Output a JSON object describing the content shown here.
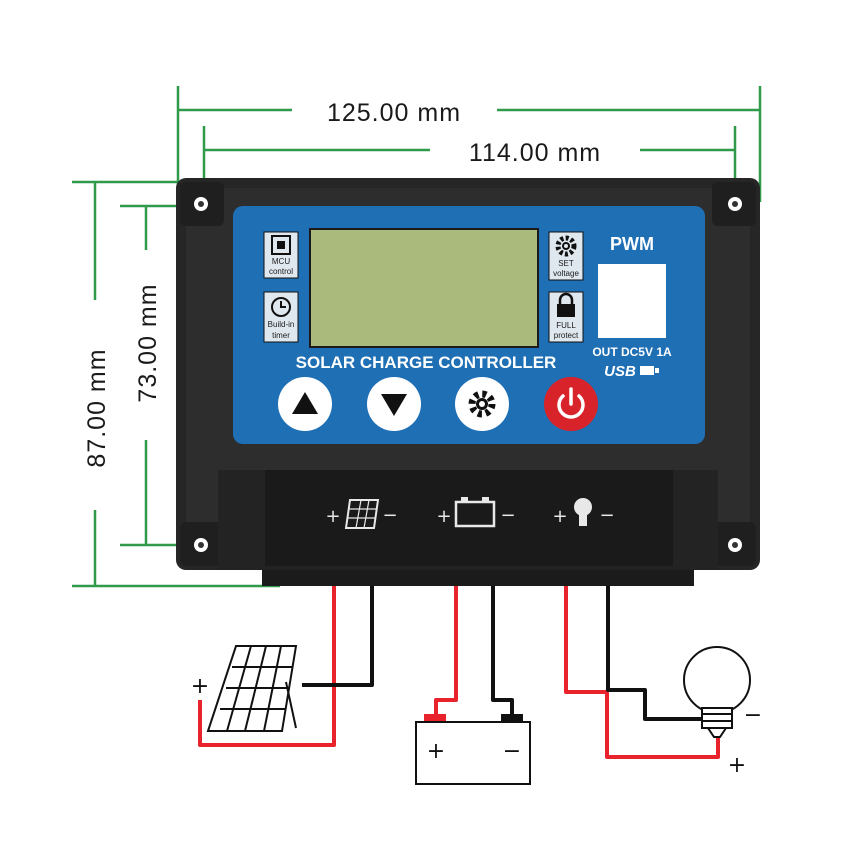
{
  "dimensions": {
    "outer_width": "125.00 mm",
    "inner_width": "114.00 mm",
    "outer_height": "87.00 mm",
    "inner_height": "73.00 mm"
  },
  "panel": {
    "title": "SOLAR CHARGE CONTROLLER",
    "mode": "PWM",
    "usb_output": "OUT DC5V 1A",
    "usb_label": "USB",
    "icons": [
      {
        "name": "mcu-chip-icon",
        "label_line1": "MCU",
        "label_line2": "control"
      },
      {
        "name": "clock-icon",
        "label_line1": "Build-in",
        "label_line2": "timer"
      },
      {
        "name": "gear-icon",
        "label_line1": "SET",
        "label_line2": "voltage"
      },
      {
        "name": "lock-icon",
        "label_line1": "FULL",
        "label_line2": "protect"
      }
    ],
    "buttons": [
      "up-arrow-icon",
      "down-arrow-icon",
      "settings-gear-icon",
      "power-icon"
    ],
    "colors": {
      "panel_blue": "#1f6fb5",
      "lcd_green": "#a9ba7c",
      "power_red": "#d8232a",
      "case_dark": "#262626"
    }
  },
  "terminals": {
    "plus": "+",
    "minus": "−",
    "items": [
      "solar-panel-icon",
      "battery-icon",
      "light-bulb-icon"
    ]
  },
  "wiring": {
    "plus": "+",
    "minus": "−",
    "positive_color": "#e8232b",
    "negative_color": "#111111"
  }
}
